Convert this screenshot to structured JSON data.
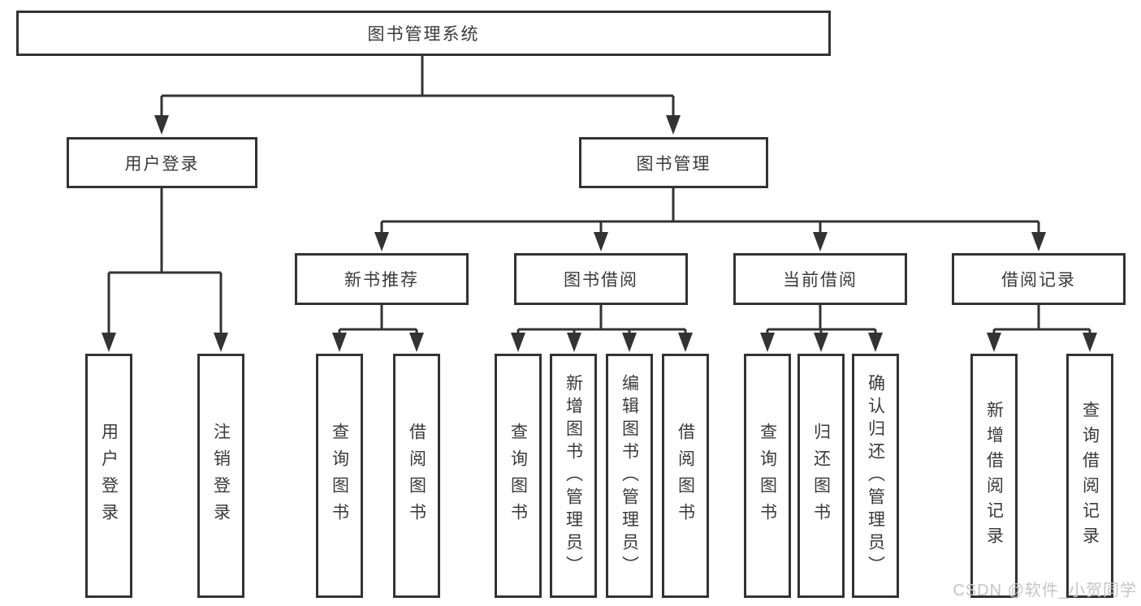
{
  "colors": {
    "background": "#ffffff",
    "line": "#333333",
    "text": "#3a3a3a",
    "watermark": "#c5c5c5"
  },
  "watermark": {
    "text": "CSDN @软件_小贺同学"
  },
  "tree": {
    "root": {
      "label": "图书管理系统"
    },
    "branches": [
      {
        "label": "用户登录",
        "children": [
          {
            "label": "用户登录"
          },
          {
            "label": "注销登录"
          }
        ]
      },
      {
        "label": "图书管理",
        "children": [
          {
            "label": "新书推荐",
            "children": [
              {
                "label": "查询图书"
              },
              {
                "label": "借阅图书"
              }
            ]
          },
          {
            "label": "图书借阅",
            "children": [
              {
                "label": "查询图书"
              },
              {
                "label": "新增图书（管理员）"
              },
              {
                "label": "编辑图书（管理员）"
              },
              {
                "label": "借阅图书"
              }
            ]
          },
          {
            "label": "当前借阅",
            "children": [
              {
                "label": "查询图书"
              },
              {
                "label": "归还图书"
              },
              {
                "label": "确认归还（管理员）"
              }
            ]
          },
          {
            "label": "借阅记录",
            "children": [
              {
                "label": "新增借阅记录"
              },
              {
                "label": "查询借阅记录"
              }
            ]
          }
        ]
      }
    ]
  }
}
